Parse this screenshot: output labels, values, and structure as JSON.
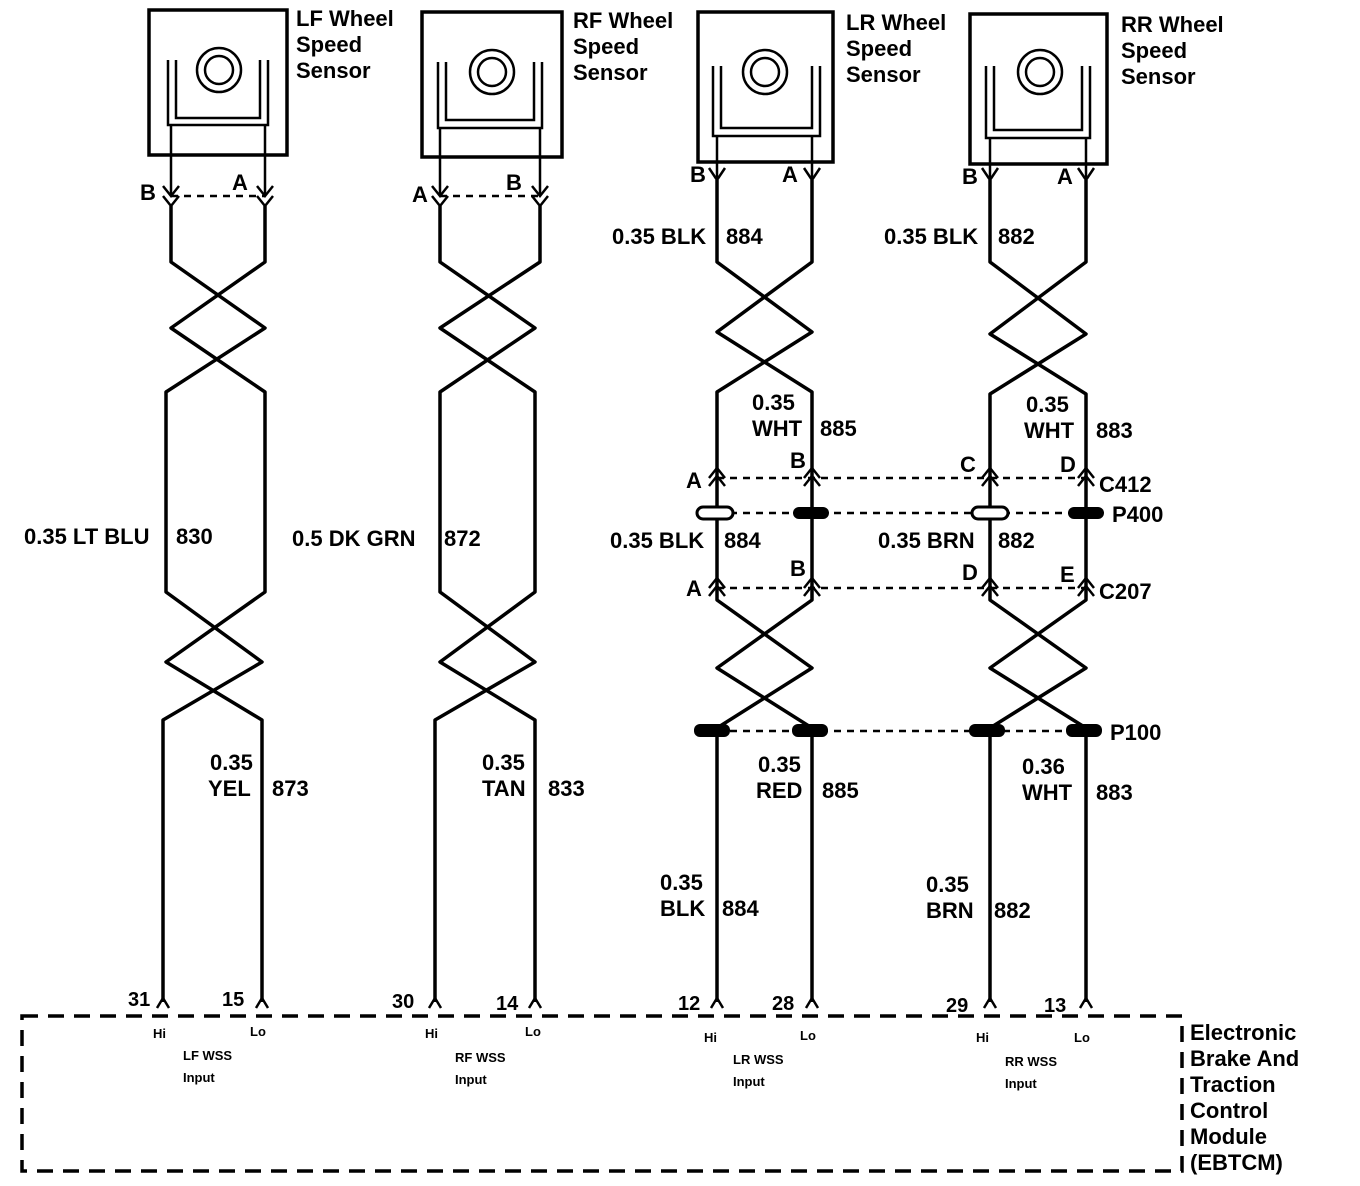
{
  "sensors": [
    {
      "id": "lf",
      "name": [
        "LF Wheel",
        "Speed",
        "Sensor"
      ],
      "pins": [
        "B",
        "A"
      ]
    },
    {
      "id": "rf",
      "name": [
        "RF Wheel",
        "Speed",
        "Sensor"
      ],
      "pins": [
        "A",
        "B"
      ]
    },
    {
      "id": "lr",
      "name": [
        "LR Wheel",
        "Speed",
        "Sensor"
      ],
      "pins": [
        "B",
        "A"
      ]
    },
    {
      "id": "rr",
      "name": [
        "RR Wheel",
        "Speed",
        "Sensor"
      ],
      "pins": [
        "B",
        "A"
      ]
    }
  ],
  "wires": {
    "lf_hi": "0.35 LT BLU",
    "lf_hi_circuit": "830",
    "lf_lo_size": "0.35",
    "lf_lo_color": "YEL",
    "lf_lo_circuit": "873",
    "rf_hi": "0.5  DK GRN",
    "rf_hi_circuit": "872",
    "rf_lo_size": "0.35",
    "rf_lo_color": "TAN",
    "rf_lo_circuit": "833",
    "lr_top": "0.35 BLK",
    "lr_top_circuit": "884",
    "lr_upper_size": "0.35",
    "lr_upper_color": "WHT",
    "lr_upper_circuit": "885",
    "lr_mid": "0.35 BLK",
    "lr_mid_circuit": "884",
    "lr_lo_size": "0.35",
    "lr_lo_color": "RED",
    "lr_lo_circuit": "885",
    "lr_hi_size": "0.35",
    "lr_hi_color": "BLK",
    "lr_hi_circuit": "884",
    "rr_top": "0.35 BLK",
    "rr_top_circuit": "882",
    "rr_upper_size": "0.35",
    "rr_upper_color": "WHT",
    "rr_upper_circuit": "883",
    "rr_mid": "0.35 BRN",
    "rr_mid_circuit": "882",
    "rr_lo_size": "0.36",
    "rr_lo_color": "WHT",
    "rr_lo_circuit": "883",
    "rr_hi_size": "0.35",
    "rr_hi_color": "BRN",
    "rr_hi_circuit": "882"
  },
  "connectors": {
    "c412": "C412",
    "c412_pins": [
      "A",
      "B",
      "C",
      "D"
    ],
    "p400": "P400",
    "c207": "C207",
    "c207_pins": [
      "A",
      "B",
      "D",
      "E"
    ],
    "p100": "P100"
  },
  "module": {
    "name": [
      "Electronic",
      "Brake And",
      "Traction",
      "Control",
      "Module",
      "(EBTCM)"
    ],
    "pins": [
      "31",
      "15",
      "30",
      "14",
      "12",
      "28",
      "29",
      "13"
    ],
    "hi": "Hi",
    "lo": "Lo",
    "inputs": [
      [
        "LF WSS",
        "Input"
      ],
      [
        "RF WSS",
        "Input"
      ],
      [
        "LR WSS",
        "Input"
      ],
      [
        "RR WSS",
        "Input"
      ]
    ]
  }
}
